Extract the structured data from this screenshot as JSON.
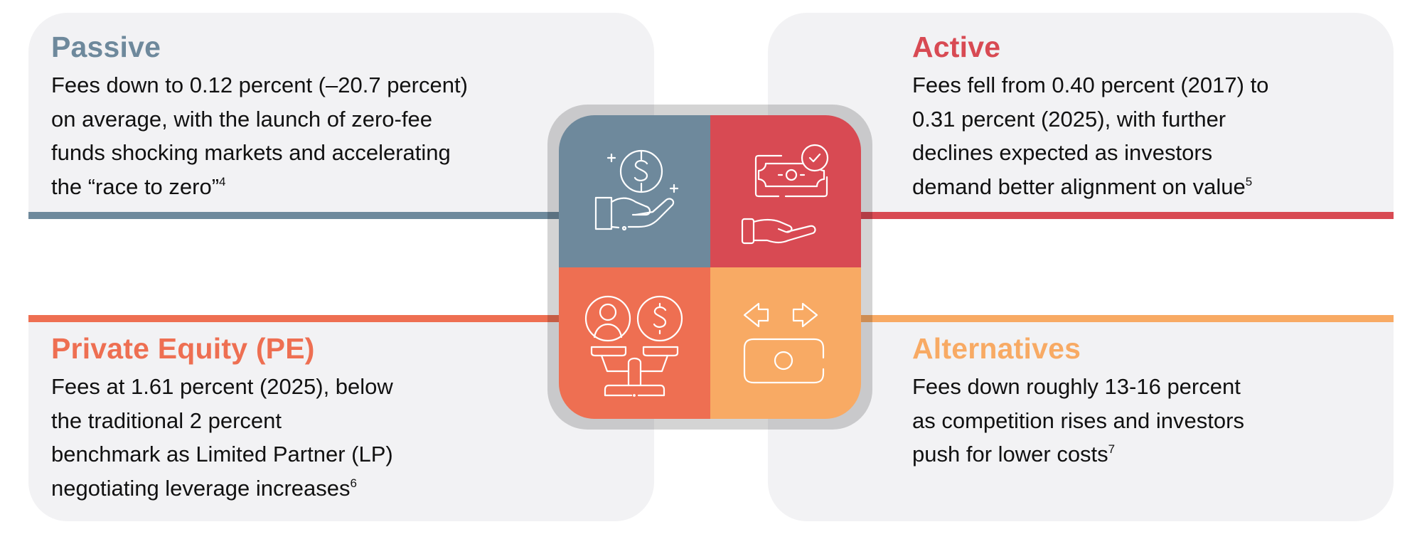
{
  "colors": {
    "passive": "#6e899c",
    "active": "#d84a53",
    "private_equity": "#ee6f52",
    "alternatives": "#f8aa64",
    "card_bg": "#f2f2f4",
    "body_text": "#111111",
    "icon_stroke": "#ffffff"
  },
  "quadrants": [
    {
      "key": "passive",
      "title": "Passive",
      "lines": [
        "Fees down to 0.12 percent (–20.7 percent)",
        "on average, with the launch of zero-fee",
        "funds shocking markets and accelerating",
        "the “race to zero”"
      ],
      "footnote": "4",
      "icon": "hand-receiving-coin-icon"
    },
    {
      "key": "active",
      "title": "Active",
      "lines": [
        "Fees fell from 0.40 percent (2017) to",
        "0.31 percent (2025), with further",
        "declines expected as investors",
        "demand better alignment on value"
      ],
      "footnote": "5",
      "icon": "hand-holding-verified-banknote-icon"
    },
    {
      "key": "private_equity",
      "title": "Private Equity (PE)",
      "lines": [
        "Fees at 1.61 percent (2025), below",
        "the traditional 2 percent",
        "benchmark as Limited Partner (LP)",
        "negotiating leverage increases"
      ],
      "footnote": "6",
      "icon": "balance-scale-person-dollar-icon"
    },
    {
      "key": "alternatives",
      "title": "Alternatives",
      "lines": [
        "Fees down roughly 13-16 percent",
        "as competition rises and investors",
        "push for lower costs"
      ],
      "footnote": "7",
      "icon": "money-exchange-arrows-icon"
    }
  ]
}
